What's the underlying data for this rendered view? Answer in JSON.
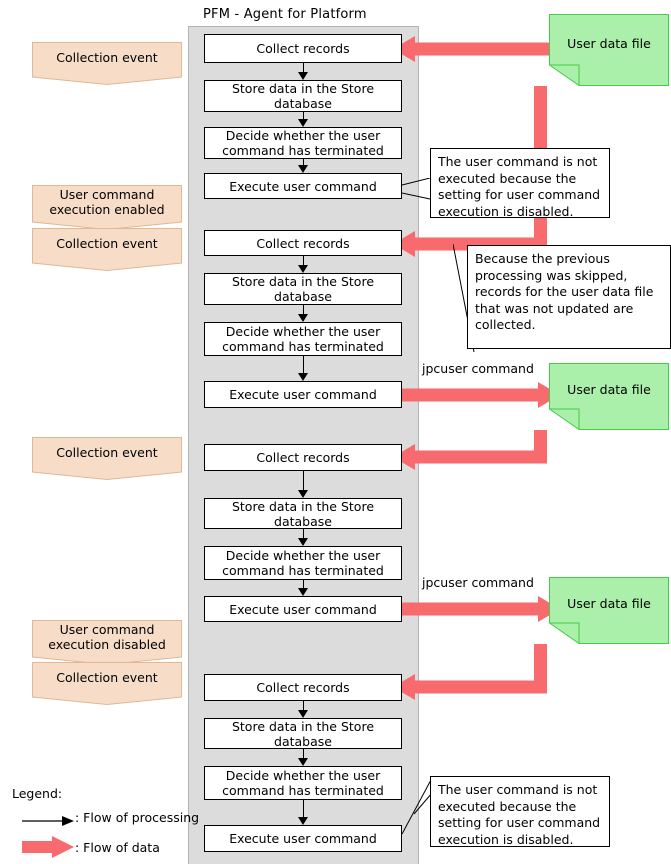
{
  "panel": {
    "title": "PFM - Agent for Platform"
  },
  "process_steps": [
    {
      "label": "Collect records"
    },
    {
      "label": "Store data in the Store database"
    },
    {
      "label": "Decide whether the user command has terminated"
    },
    {
      "label": "Execute user command"
    },
    {
      "label": "Collect records"
    },
    {
      "label": "Store data in the Store database"
    },
    {
      "label": "Decide whether the user command has terminated"
    },
    {
      "label": "Execute user command"
    },
    {
      "label": "Collect records"
    },
    {
      "label": "Store data in the Store database"
    },
    {
      "label": "Decide whether the user command has terminated"
    },
    {
      "label": "Execute user command"
    },
    {
      "label": "Collect records"
    },
    {
      "label": "Store data in the Store database"
    },
    {
      "label": "Decide whether the user command has terminated"
    },
    {
      "label": "Execute user command"
    }
  ],
  "events": [
    {
      "label": "Collection event"
    },
    {
      "label": "User command execution enabled"
    },
    {
      "label": "Collection event"
    },
    {
      "label": "Collection event"
    },
    {
      "label": "User command execution disabled"
    },
    {
      "label": "Collection event"
    }
  ],
  "data_files": [
    {
      "label": "User data file"
    },
    {
      "label": "User data file"
    },
    {
      "label": "User data file"
    }
  ],
  "notes": [
    {
      "text": "The user command is not executed because the setting for user command execution is disabled."
    },
    {
      "text": "Because the previous processing was skipped, records for the user data file that was not updated are collected."
    },
    {
      "text": "The user command is not executed because the setting for user command execution is disabled."
    }
  ],
  "command_labels": [
    {
      "label": "jpcuser command"
    },
    {
      "label": "jpcuser command"
    }
  ],
  "legend": {
    "title": "Legend:",
    "items": [
      {
        "label": ": Flow of processing",
        "icon": "thin-black-arrow-icon"
      },
      {
        "label": ": Flow of data",
        "icon": "thick-red-arrow-icon"
      }
    ]
  },
  "colors": {
    "panel_gray": "#dcdcdc",
    "panel_border": "#b4b4b4",
    "banner_fill": "#f7ddc8",
    "banner_border": "#e0b894",
    "file_fill": "#aaf0aa",
    "file_border": "#44cc44",
    "data_flow_red": "#f76a6d",
    "process_border": "#000000"
  }
}
